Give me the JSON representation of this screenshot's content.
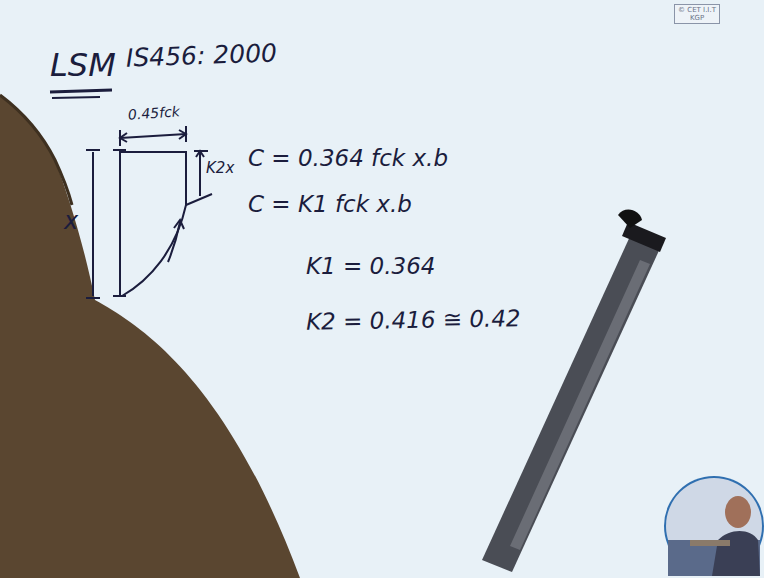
{
  "diagram": {
    "nodes": [
      {
        "text": [
          "© CET I.I.T KGP"
        ]
      }
    ],
    "labels": [
      "LSM",
      "IS456: 2000",
      "0.45fck",
      "K2x",
      "x",
      "C = 0.364 fck x.b",
      "C = K1 fck x.b",
      "K1 = 0.364",
      "K2 = 0.416 ≅ 0.42"
    ]
  }
}
